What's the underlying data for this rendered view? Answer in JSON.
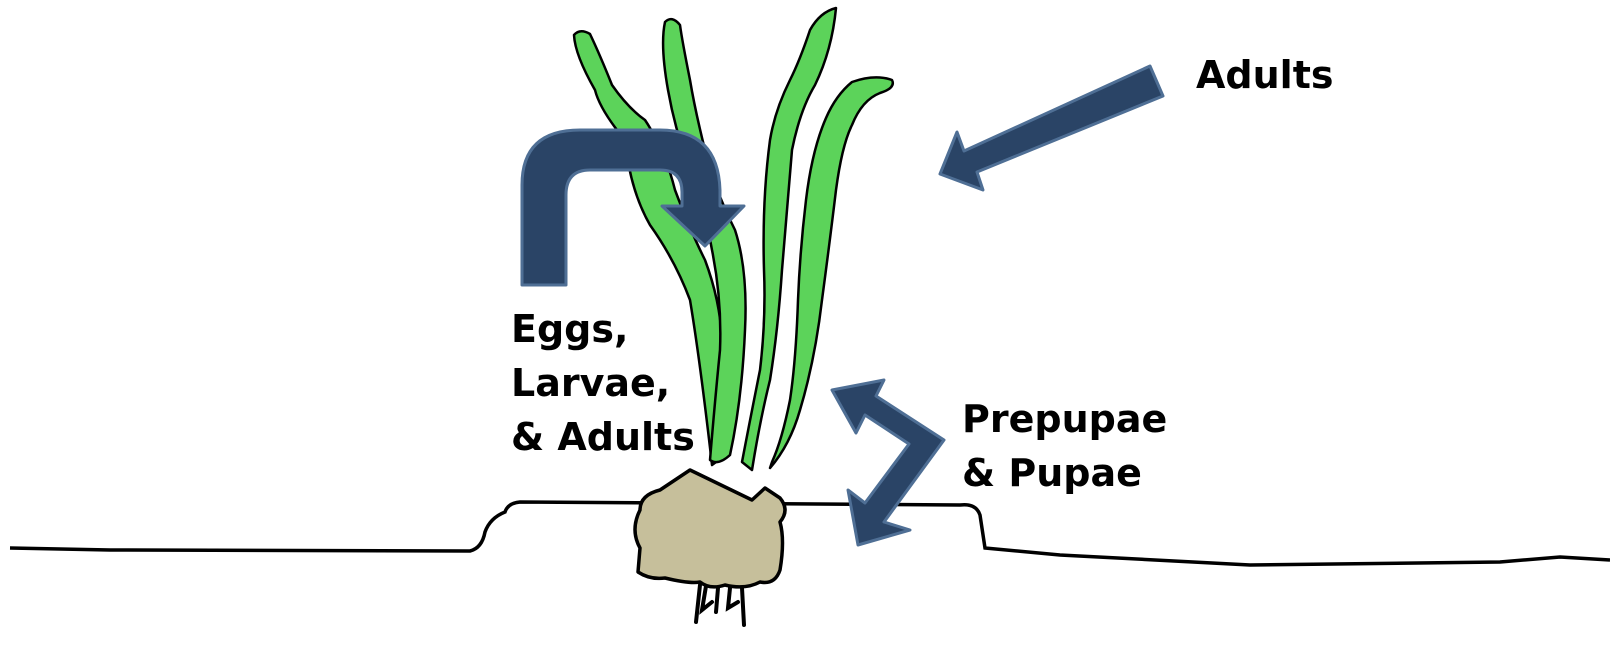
{
  "diagram": {
    "labels": {
      "adults": "Adults",
      "eggs_larvae_adults": [
        "Eggs,",
        "Larvae,",
        "& Adults"
      ],
      "prepupae_pupae": [
        "Prepupae",
        "& Pupae"
      ]
    },
    "colors": {
      "arrow_fill": "#2a4466",
      "arrow_stroke": "#4f6f95",
      "leaf_fill": "#5cd35a",
      "bulb_fill": "#c6bf9b",
      "outline": "#000000",
      "background": "#ffffff"
    }
  }
}
